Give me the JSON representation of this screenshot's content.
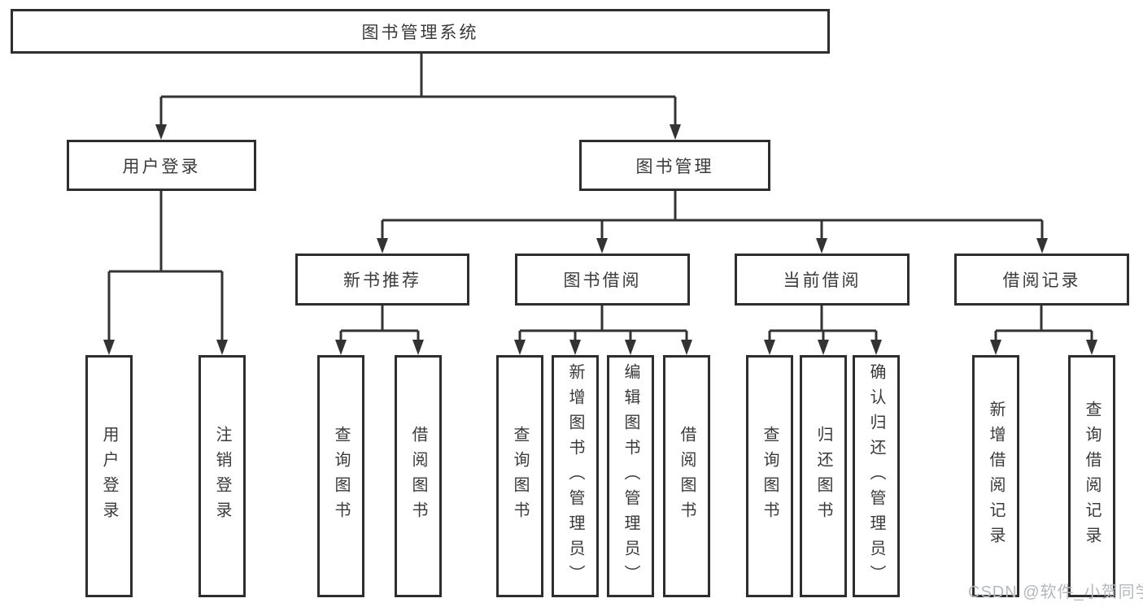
{
  "tree": {
    "root": {
      "label": "图书管理系统"
    },
    "login": {
      "label": "用户登录",
      "children": [
        "用户登录",
        "注销登录"
      ]
    },
    "mgmt": {
      "label": "图书管理",
      "branches": [
        {
          "label": "新书推荐",
          "children": [
            "查询图书",
            "借阅图书"
          ]
        },
        {
          "label": "图书借阅",
          "children": [
            "查询图书",
            "新增图书（管理员）",
            "编辑图书（管理员）",
            "借阅图书"
          ]
        },
        {
          "label": "当前借阅",
          "children": [
            "查询图书",
            "归还图书",
            "确认归还（管理员）"
          ]
        },
        {
          "label": "借阅记录",
          "children": [
            "新增借阅记录",
            "查询借阅记录"
          ]
        }
      ]
    }
  },
  "watermark": "CSDN @软件_小贺同学",
  "colors": {
    "line": "#333333",
    "box_border": "#2e2e2e",
    "text": "#3a3a3a",
    "watermark": "#b4b8bd",
    "background": "#ffffff"
  }
}
